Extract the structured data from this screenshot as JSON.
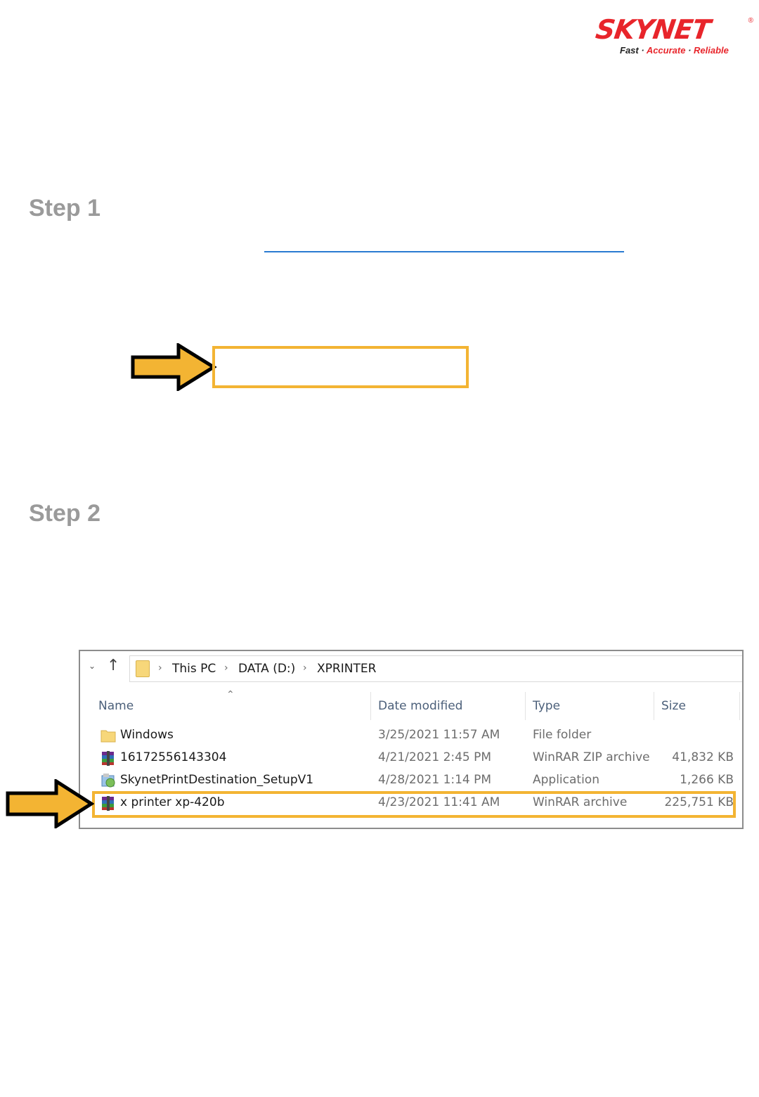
{
  "logo": {
    "brand": "SKYNET",
    "registered": "®",
    "tagline_fast": "Fast",
    "tagline_accurate": "Accurate",
    "tagline_reliable": "Reliable",
    "tagline_sep": " · "
  },
  "steps": {
    "step1": {
      "title": "Step 1"
    },
    "step2": {
      "title": "Step 2"
    }
  },
  "colors": {
    "highlight": "#f3b433",
    "title_gray": "#9a9a9a",
    "link_blue": "#2a7bd1",
    "brand_red": "#e8252b"
  },
  "explorer": {
    "breadcrumb": [
      "This PC",
      "DATA (D:)",
      "XPRINTER"
    ],
    "columns": {
      "name": "Name",
      "date": "Date modified",
      "type": "Type",
      "size": "Size"
    },
    "files": [
      {
        "icon": "folder-icon",
        "name": "Windows",
        "date": "3/25/2021 11:57 AM",
        "type": "File folder",
        "size": ""
      },
      {
        "icon": "winrar-archive-icon",
        "name": "16172556143304",
        "date": "4/21/2021 2:45 PM",
        "type": "WinRAR ZIP archive",
        "size": "41,832 KB"
      },
      {
        "icon": "installer-app-icon",
        "name": "SkynetPrintDestination_SetupV1",
        "date": "4/28/2021 1:14 PM",
        "type": "Application",
        "size": "1,266 KB"
      },
      {
        "icon": "winrar-archive-icon",
        "name": "x printer xp-420b",
        "date": "4/23/2021 11:41 AM",
        "type": "WinRAR archive",
        "size": "225,751 KB"
      }
    ]
  }
}
